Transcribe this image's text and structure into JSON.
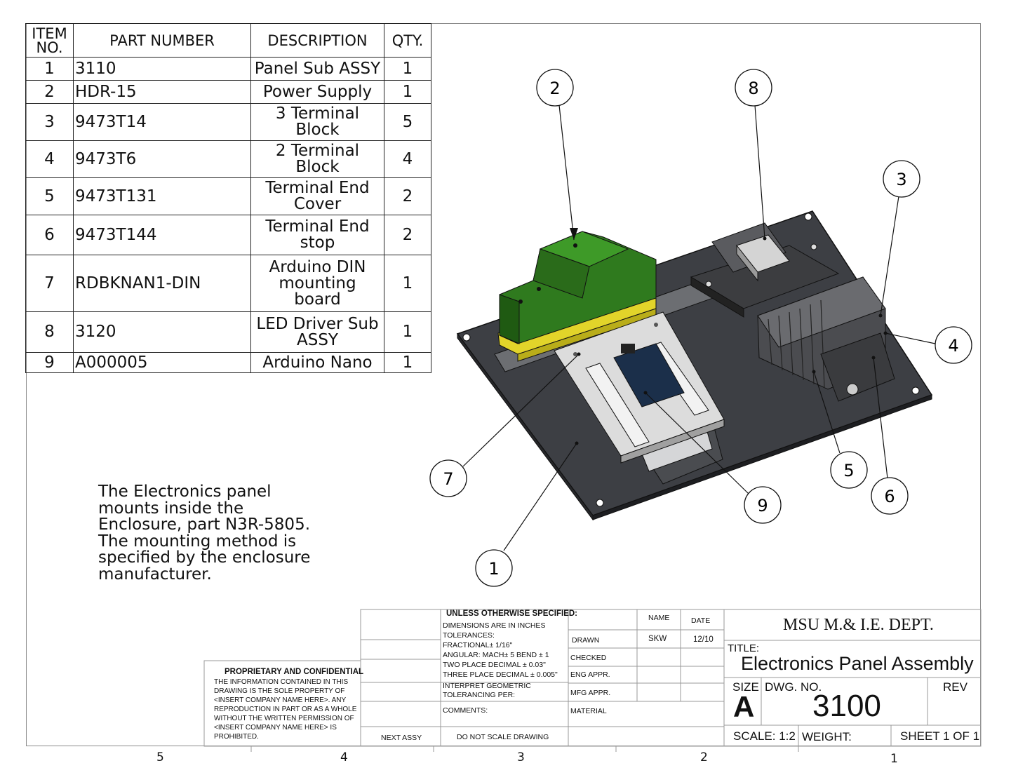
{
  "bom": {
    "headers": [
      "ITEM NO.",
      "PART NUMBER",
      "DESCRIPTION",
      "QTY."
    ],
    "rows": [
      {
        "item": "1",
        "part": "3110",
        "desc": "Panel Sub ASSY",
        "qty": "1"
      },
      {
        "item": "2",
        "part": "HDR-15",
        "desc": "Power Supply",
        "qty": "1"
      },
      {
        "item": "3",
        "part": "9473T14",
        "desc": "3 Terminal\nBlock",
        "qty": "5"
      },
      {
        "item": "4",
        "part": "9473T6",
        "desc": "2 Terminal\nBlock",
        "qty": "4"
      },
      {
        "item": "5",
        "part": "9473T131",
        "desc": "Terminal End\nCover",
        "qty": "2"
      },
      {
        "item": "6",
        "part": "9473T144",
        "desc": "Terminal End\nstop",
        "qty": "2"
      },
      {
        "item": "7",
        "part": "RDBKNAN1-DIN",
        "desc": "Arduino DIN\nmounting\nboard",
        "qty": "1"
      },
      {
        "item": "8",
        "part": "3120",
        "desc": "LED Driver Sub\nASSY",
        "qty": "1"
      },
      {
        "item": "9",
        "part": "A000005",
        "desc": "Arduino Nano",
        "qty": "1"
      }
    ]
  },
  "balloons": [
    "1",
    "2",
    "3",
    "4",
    "5",
    "6",
    "7",
    "8",
    "9"
  ],
  "note": "The Electronics panel\nmounts inside the\nEnclosure, part N3R-5805.\nThe mounting method is\nspecified by the enclosure\nmanufacturer.",
  "title_block": {
    "proprietary_heading": "PROPRIETARY AND CONFIDENTIAL",
    "proprietary_lines": [
      "THE INFORMATION CONTAINED IN THIS",
      "DRAWING IS THE SOLE PROPERTY OF",
      "<INSERT COMPANY NAME HERE>.  ANY",
      "REPRODUCTION IN PART OR AS A WHOLE",
      "WITHOUT THE WRITTEN PERMISSION OF",
      "<INSERT COMPANY NAME HERE> IS",
      "PROHIBITED."
    ],
    "next_assy": "NEXT ASSY",
    "unless_heading": "UNLESS OTHERWISE SPECIFIED:",
    "tolerance_lines": [
      "DIMENSIONS ARE IN INCHES",
      "TOLERANCES:",
      "FRACTIONAL± 1/16\"",
      "ANGULAR: MACH±  5  BEND ± 1",
      "TWO PLACE DECIMAL    ± 0.03\"",
      "THREE PLACE DECIMAL   ± 0.005\""
    ],
    "interpret_lines": [
      "INTERPRET GEOMETRIC",
      "TOLERANCING PER:"
    ],
    "comments": "COMMENTS:",
    "do_not_scale": "DO NOT SCALE DRAWING",
    "col_name": "NAME",
    "col_date": "DATE",
    "drawn": "DRAWN",
    "drawn_name": "SKW",
    "drawn_date": "12/10",
    "checked": "CHECKED",
    "eng_appr": "ENG APPR.",
    "mfg_appr": "MFG APPR.",
    "material": "MATERIAL",
    "company": "MSU M.& I.E. DEPT.",
    "title_label": "TITLE:",
    "title": "Electronics Panel Assembly",
    "size_label": "SIZE",
    "size": "A",
    "dwg_no_label": "DWG.  NO.",
    "dwg_no": "3100",
    "rev_label": "REV",
    "scale": "SCALE: 1:2",
    "weight": "WEIGHT:",
    "sheet": "SHEET 1 OF 1"
  },
  "zones": [
    "5",
    "4",
    "3",
    "2",
    "1"
  ],
  "colors": {
    "plate": "#3d3f44",
    "power_supply_green": "#2f7a1e",
    "power_supply_yellow": "#d7d21a",
    "terminal_gray": "#5a5a5a",
    "board_light": "#d9d9d9"
  }
}
